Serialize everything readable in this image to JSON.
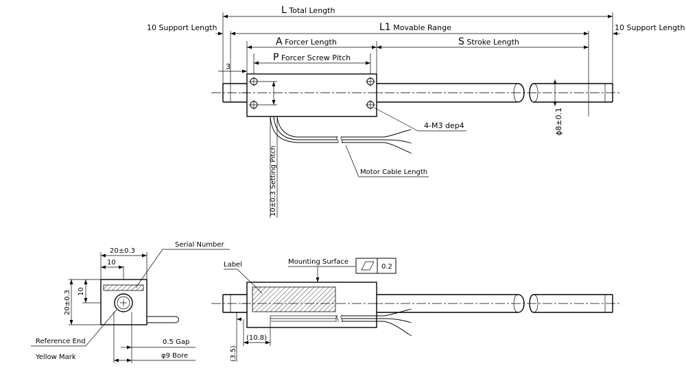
{
  "top_view": {
    "total_length": {
      "symbol": "L",
      "text": "Total Length"
    },
    "movable_range": {
      "symbol": "L1",
      "text": "Movable Range"
    },
    "support_length_left": "10 Support Length",
    "support_length_right": "10 Support Length",
    "forcer_length": {
      "symbol": "A",
      "text": "Forcer Length"
    },
    "stroke_length": {
      "symbol": "S",
      "text": "Stroke Length"
    },
    "forcer_screw_pitch": {
      "symbol": "P",
      "text": "Forcer Screw Pitch"
    },
    "dim_3": "3",
    "screw_spec": "4-M3 dep4",
    "shaft_diameter": "ϕ8±0.1",
    "motor_cable_length": "Motor Cable Length",
    "setting_pitch": "10±0.3  Setting Pitch"
  },
  "end_view": {
    "serial_number": "Serial Number",
    "width": "20±0.3",
    "half_width": "10",
    "height": "20±0.3",
    "half_height": "10",
    "reference_end": "Reference End",
    "yellow_mark": "Yellow Mark",
    "gap": "0.5 Gap",
    "bore": "φ9 Bore"
  },
  "side_view": {
    "label": "Label",
    "mounting_surface": "Mounting Surface",
    "flatness": "0.2",
    "dim_3_5": "(3.5)",
    "dim_10_8": "(10.8)"
  }
}
